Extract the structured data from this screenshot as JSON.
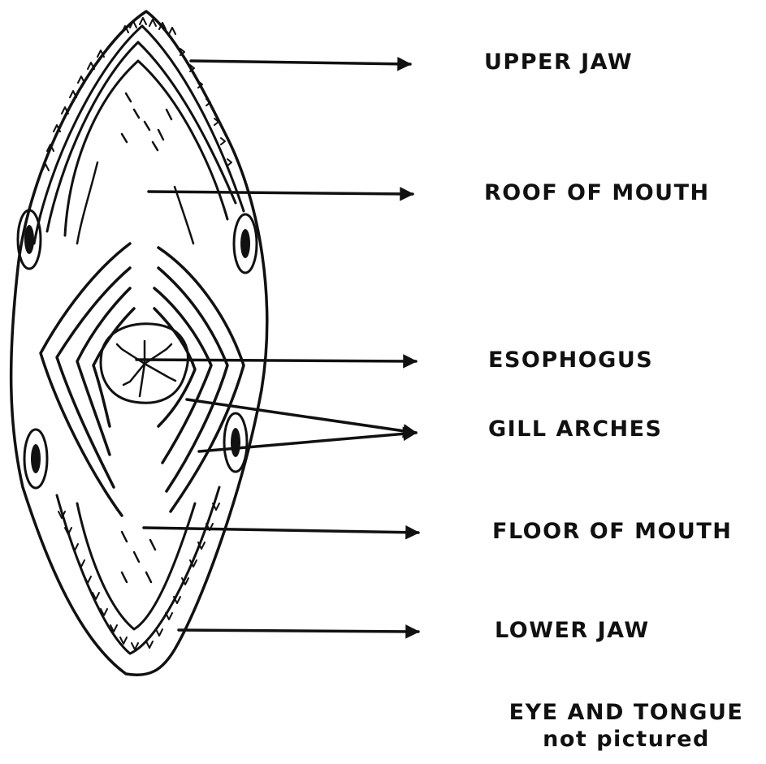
{
  "labels": {
    "upper_jaw": "UPPER JAW",
    "roof_of_mouth": "ROOF OF MOUTH",
    "esophogus": "ESOPHOGUS",
    "gill_arches": "GILL ARCHES",
    "floor_of_mouth": "FLOOR OF MOUTH",
    "lower_jaw": "LOWER JAW"
  },
  "note": {
    "line1": "EYE AND TONGUE",
    "line2": "not pictured"
  },
  "colors": {
    "ink": "#111111",
    "background": "#ffffff"
  }
}
